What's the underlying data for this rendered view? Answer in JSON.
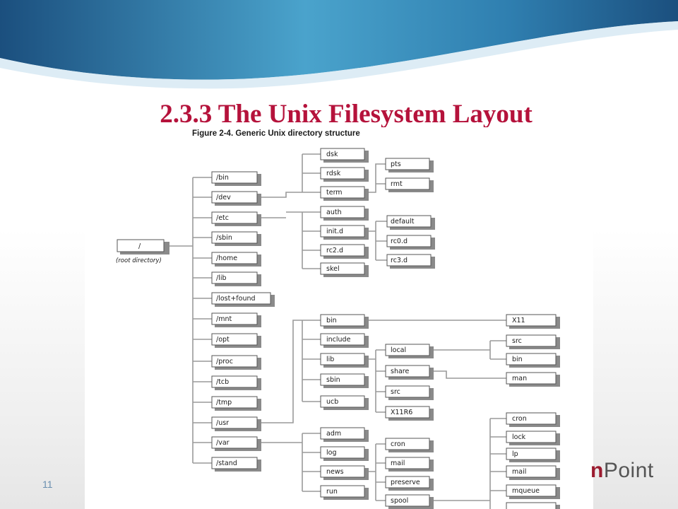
{
  "slide": {
    "title": "2.3.3 The Unix Filesystem Layout",
    "number": "11",
    "logo": {
      "n": "n",
      "rest": "Point"
    }
  },
  "colors": {
    "title": "#b5123b",
    "header_dark": "#1b4f7e",
    "header_light": "#4aa3cc"
  },
  "figure": {
    "caption": "Figure 2-4. Generic Unix directory structure",
    "root": {
      "label": "/",
      "sublabel": "(root directory)"
    },
    "top_level": [
      "/bin",
      "/dev",
      "/etc",
      "/sbin",
      "/home",
      "/lib",
      "/lost+found",
      "/mnt",
      "/opt",
      "/proc",
      "/tcb",
      "/tmp",
      "/usr",
      "/var",
      "/stand"
    ],
    "dev": {
      "children": [
        "dsk",
        "rdsk",
        "term"
      ],
      "term_children": [
        "pts",
        "rmt"
      ]
    },
    "etc": {
      "children": [
        "auth",
        "init.d",
        "rc2.d",
        "skel"
      ],
      "init_children": [
        "default",
        "rc0.d",
        "rc3.d"
      ]
    },
    "usr": {
      "children": [
        "bin",
        "include",
        "lib",
        "sbin",
        "ucb"
      ],
      "lib_children": [
        "local",
        "share",
        "src",
        "X11R6"
      ],
      "bin_children": [
        "X11"
      ],
      "local_children": [
        "src",
        "bin"
      ],
      "share_children": [
        "man"
      ]
    },
    "var": {
      "children": [
        "adm",
        "log",
        "news",
        "run"
      ],
      "news_children": [
        "cron",
        "mail",
        "preserve",
        "spool"
      ],
      "spool_children": [
        "cron",
        "lock",
        "lp",
        "mail",
        "mqueue"
      ]
    }
  }
}
